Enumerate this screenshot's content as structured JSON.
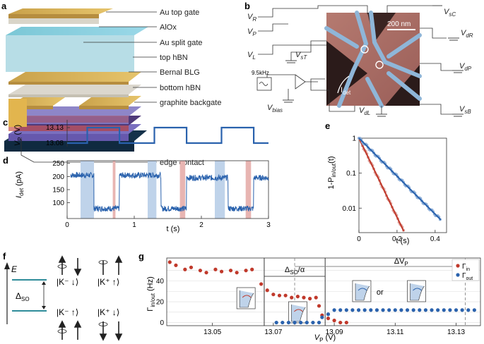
{
  "panel_labels": {
    "a": "a",
    "b": "b",
    "c": "c",
    "d": "d",
    "e": "e",
    "f": "f",
    "g": "g"
  },
  "panel_a": {
    "layers": [
      "Au top gate",
      "AlOx",
      "Au split gate",
      "top hBN",
      "Bernal BLG",
      "bottom hBN",
      "graphite backgate",
      "edge contact"
    ]
  },
  "panel_b": {
    "scalebar": "200 nm",
    "left_terminals": [
      "V",
      "V",
      "V"
    ],
    "left_subs": [
      "R",
      "P",
      "L"
    ],
    "vst": "V",
    "vst_sub": "sT",
    "right_terminals": [
      "V",
      "V",
      "V",
      "V"
    ],
    "right_subs": [
      "sC",
      "dR",
      "dP",
      "sB"
    ],
    "vdl": "V",
    "vdl_sub": "dL",
    "idet": "I",
    "idet_sub": "det",
    "vbias": "V",
    "vbias_sub": "bias",
    "source_freq": "9.5kHz"
  },
  "colors": {
    "blue": "#2a62ad",
    "light_blue": "#8fb0d9",
    "red": "#c0392b",
    "light_red": "#e1a7a2",
    "shade_blue": "#bfd3ea",
    "shade_red": "#e8b5b2",
    "teal": "#2f8c9a"
  },
  "chart_data": [
    {
      "panel": "c",
      "type": "line",
      "ylabel": "V",
      "ylabel_sub": "P",
      "ylabel_unit": " (V)",
      "yticks": [
        "13.13",
        "13.08"
      ],
      "x": [
        0,
        0.3,
        0.3,
        0.78,
        0.78,
        1.3,
        1.3,
        1.78,
        1.78,
        2.3,
        2.3,
        2.78,
        2.78,
        3.0
      ],
      "y": [
        13.08,
        13.08,
        13.13,
        13.13,
        13.08,
        13.08,
        13.13,
        13.13,
        13.08,
        13.08,
        13.13,
        13.13,
        13.08,
        13.08
      ]
    },
    {
      "panel": "d",
      "type": "line",
      "ylabel": "I",
      "ylabel_sub": "det",
      "ylabel_unit": " (pA)",
      "xlabel": "t (s)",
      "xlim": [
        0,
        3
      ],
      "ylim": [
        40,
        260
      ],
      "xticks": [
        "0",
        "1",
        "2",
        "3"
      ],
      "yticks": [
        "100",
        "150",
        "200",
        "250"
      ],
      "high_states": [
        [
          0.05,
          0.4,
          205
        ],
        [
          0.78,
          1.4,
          205
        ],
        [
          1.78,
          2.4,
          195
        ],
        [
          2.78,
          3.0,
          195
        ]
      ],
      "low_states": [
        [
          0.4,
          0.78,
          78
        ],
        [
          1.4,
          1.78,
          78
        ],
        [
          2.4,
          2.78,
          78
        ]
      ],
      "blue_shades": [
        [
          0.2,
          0.4
        ],
        [
          1.2,
          1.33
        ],
        [
          2.2,
          2.35
        ]
      ],
      "red_shades": [
        [
          0.68,
          0.72
        ],
        [
          1.68,
          1.76
        ],
        [
          2.66,
          2.74
        ]
      ]
    },
    {
      "panel": "e",
      "type": "scatter",
      "ylabel": "1-P",
      "ylabel_sub": "in/out",
      "ylabel_tail": "(t)",
      "xlabel": "t (s)",
      "scale": "log",
      "xticks": [
        "0",
        "0.2",
        "0.4"
      ],
      "yticks": [
        "1",
        "0.1",
        "0.01"
      ],
      "series": [
        {
          "decay_rate": 26,
          "x_max": 0.24
        },
        {
          "decay_rate": 12.5,
          "x_max": 0.43
        }
      ]
    },
    {
      "panel": "g",
      "type": "scatter",
      "ylabel": "Γ",
      "ylabel_sub": "in/out",
      "ylabel_unit": " (Hz)",
      "xlabel": "V",
      "xlabel_sub": "P",
      "xlabel_unit": " (V)",
      "xlim": [
        13.035,
        13.138
      ],
      "xticks": [
        "13.05",
        "13.07",
        "13.09",
        "13.11",
        "13.13"
      ],
      "yticks": [
        "0",
        "20",
        "40"
      ],
      "legend": [
        "Γ",
        "Γ"
      ],
      "legend_subs": [
        "in",
        "out"
      ],
      "annotations": {
        "delta_so_alpha": "Δ",
        "delta_so_alpha_tail": "SO",
        "alpha_tail": "/α",
        "delta_vp": "ΔV",
        "delta_vp_sub": "P",
        "or": "or"
      },
      "gamma_in": [
        [
          13.036,
          58
        ],
        [
          13.038,
          55
        ],
        [
          13.041,
          51
        ],
        [
          13.043,
          53
        ],
        [
          13.046,
          50
        ],
        [
          13.048,
          48
        ],
        [
          13.051,
          51
        ],
        [
          13.053,
          49
        ],
        [
          13.056,
          50
        ],
        [
          13.058,
          48
        ],
        [
          13.061,
          50
        ],
        [
          13.063,
          51
        ],
        [
          13.066,
          37
        ],
        [
          13.068,
          31
        ],
        [
          13.07,
          27
        ],
        [
          13.072,
          26
        ],
        [
          13.074,
          26
        ],
        [
          13.076,
          24
        ],
        [
          13.078,
          25
        ],
        [
          13.08,
          24
        ],
        [
          13.082,
          23
        ],
        [
          13.084,
          24
        ],
        [
          13.085,
          16
        ],
        [
          13.086,
          7
        ],
        [
          13.088,
          4
        ],
        [
          13.09,
          2
        ],
        [
          13.092,
          0
        ],
        [
          13.094,
          0
        ]
      ],
      "gamma_out": [
        [
          13.071,
          0
        ],
        [
          13.073,
          0
        ],
        [
          13.075,
          0
        ],
        [
          13.077,
          0
        ],
        [
          13.079,
          0
        ],
        [
          13.081,
          0
        ],
        [
          13.083,
          0
        ],
        [
          13.085,
          0
        ],
        [
          13.086,
          5
        ],
        [
          13.088,
          8
        ],
        [
          13.09,
          12
        ],
        [
          13.092,
          12
        ],
        [
          13.094,
          12
        ],
        [
          13.096,
          12
        ],
        [
          13.098,
          12
        ],
        [
          13.1,
          12
        ],
        [
          13.102,
          12
        ],
        [
          13.104,
          12
        ],
        [
          13.106,
          12
        ],
        [
          13.108,
          12
        ],
        [
          13.11,
          12
        ],
        [
          13.112,
          12
        ],
        [
          13.114,
          12
        ],
        [
          13.116,
          12
        ],
        [
          13.118,
          12
        ],
        [
          13.12,
          12
        ],
        [
          13.122,
          12
        ],
        [
          13.124,
          12
        ],
        [
          13.126,
          12
        ],
        [
          13.128,
          12
        ],
        [
          13.13,
          12
        ],
        [
          13.132,
          12
        ],
        [
          13.134,
          12
        ],
        [
          13.136,
          12
        ]
      ]
    }
  ],
  "panel_f": {
    "energy": "E",
    "delta": "Δ",
    "delta_sub": "SO",
    "states": [
      "|K⁻ ↓⟩",
      "|K⁺ ↑⟩",
      "|K⁻ ↑⟩",
      "|K⁺ ↓⟩"
    ]
  }
}
